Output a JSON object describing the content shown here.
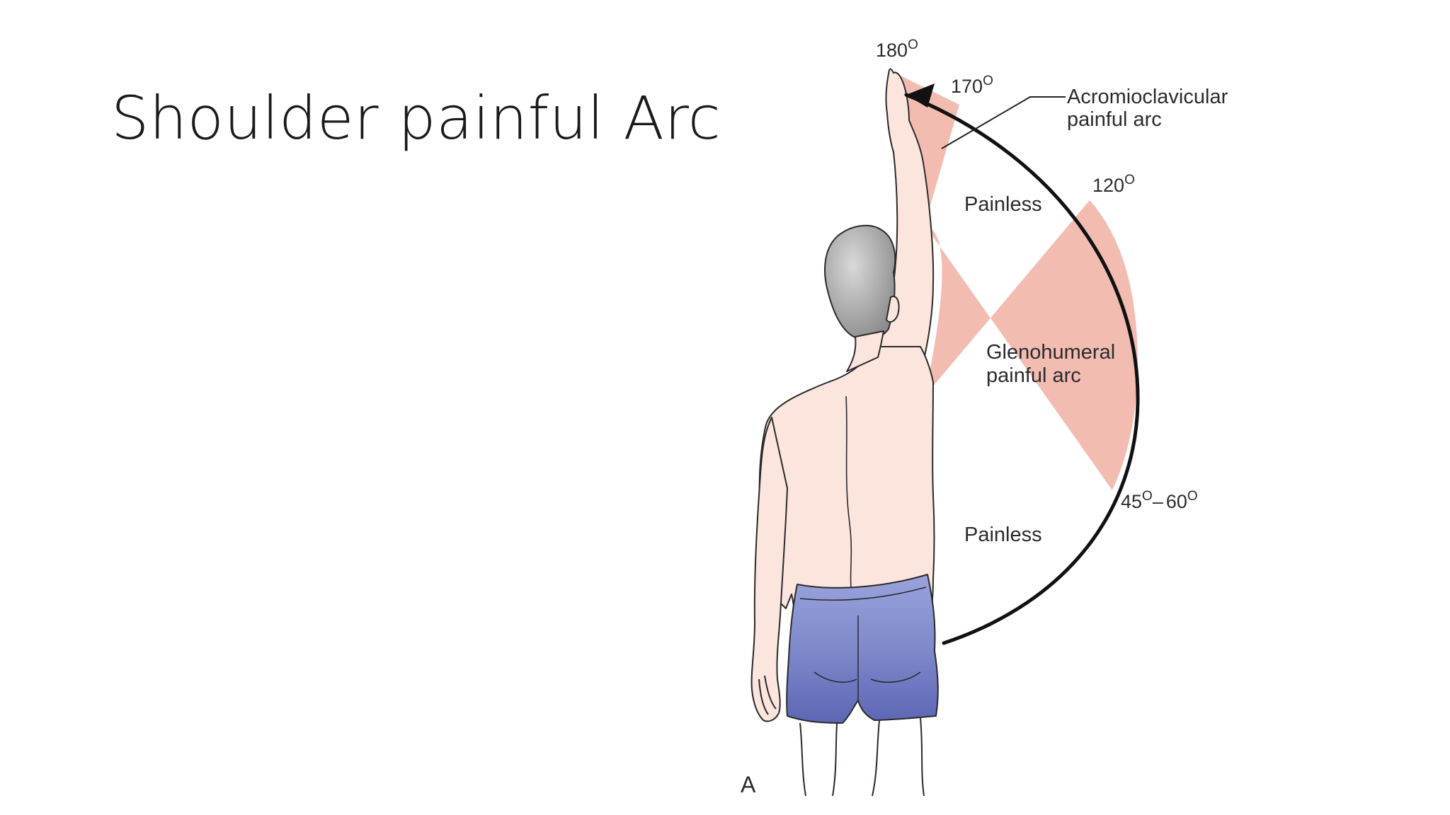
{
  "slide": {
    "title": "Shoulder painful Arc"
  },
  "figure": {
    "panel_letter": "A",
    "degrees": {
      "d180": "180",
      "d170": "170",
      "d120": "120",
      "d45": "45",
      "d60": "60",
      "degree_mark": "O",
      "range_dash": "–"
    },
    "labels": {
      "acromioclavicular_line1": "Acromioclavicular",
      "acromioclavicular_line2": "painful arc",
      "painless_upper": "Painless",
      "glenohumeral_line1": "Glenohumeral",
      "glenohumeral_line2": "painful arc",
      "painless_lower": "Painless"
    },
    "colors": {
      "painful_sector": "#f2bcb1",
      "arc_line": "#111111",
      "skin": "#fbe5dc",
      "hair": "#a9a9a9",
      "shorts": "#7d87c9"
    }
  }
}
